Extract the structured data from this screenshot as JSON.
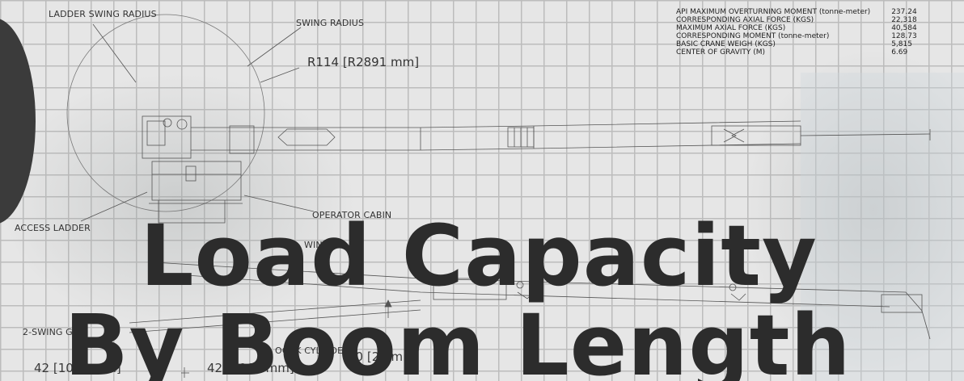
{
  "labels": {
    "ladder_swing_radius": "LADDER SWING RADIUS",
    "swing_radius": "SWING RADIUS",
    "radius_value": "R114 [R2891 mm]",
    "operator_cabin": "OPERATOR CABIN",
    "access_ladder": "ACCESS LADDER",
    "winch": "WINCH",
    "swing_gear": "2-SWING GEA",
    "dim_left": "42 [1067 mm]",
    "dim_center": "42 [1067 mm]",
    "boom_cylinder_partial": "OOCK CYLINDE",
    "dim_partial": "90 [22 mm]"
  },
  "specs": [
    {
      "label": "API MAXIMUM OVERTURNING MOMENT (tonne-meter)",
      "value": "237.24"
    },
    {
      "label": "CORRESPONDING AXIAL FORCE (KGS)",
      "value": "22,318"
    },
    {
      "label": "MAXIMUM AXIAL FORCE (KGS)",
      "value": "40,584"
    },
    {
      "label": "CORRESPONDING MOMENT (tonne-meter)",
      "value": "128.73"
    },
    {
      "label": "BASIC CRANE WEIGH (KGS)",
      "value": "5,815"
    },
    {
      "label": "CENTER OF GRAVITY (M)",
      "value": "6.69"
    }
  ],
  "title": {
    "line1": "Load Capacity",
    "line2": "By Boom Length"
  },
  "colors": {
    "title": "#2c2c2c",
    "background": "#e9e9e9",
    "grid": "#bdbdbd",
    "drawing_lines": "#555555"
  }
}
